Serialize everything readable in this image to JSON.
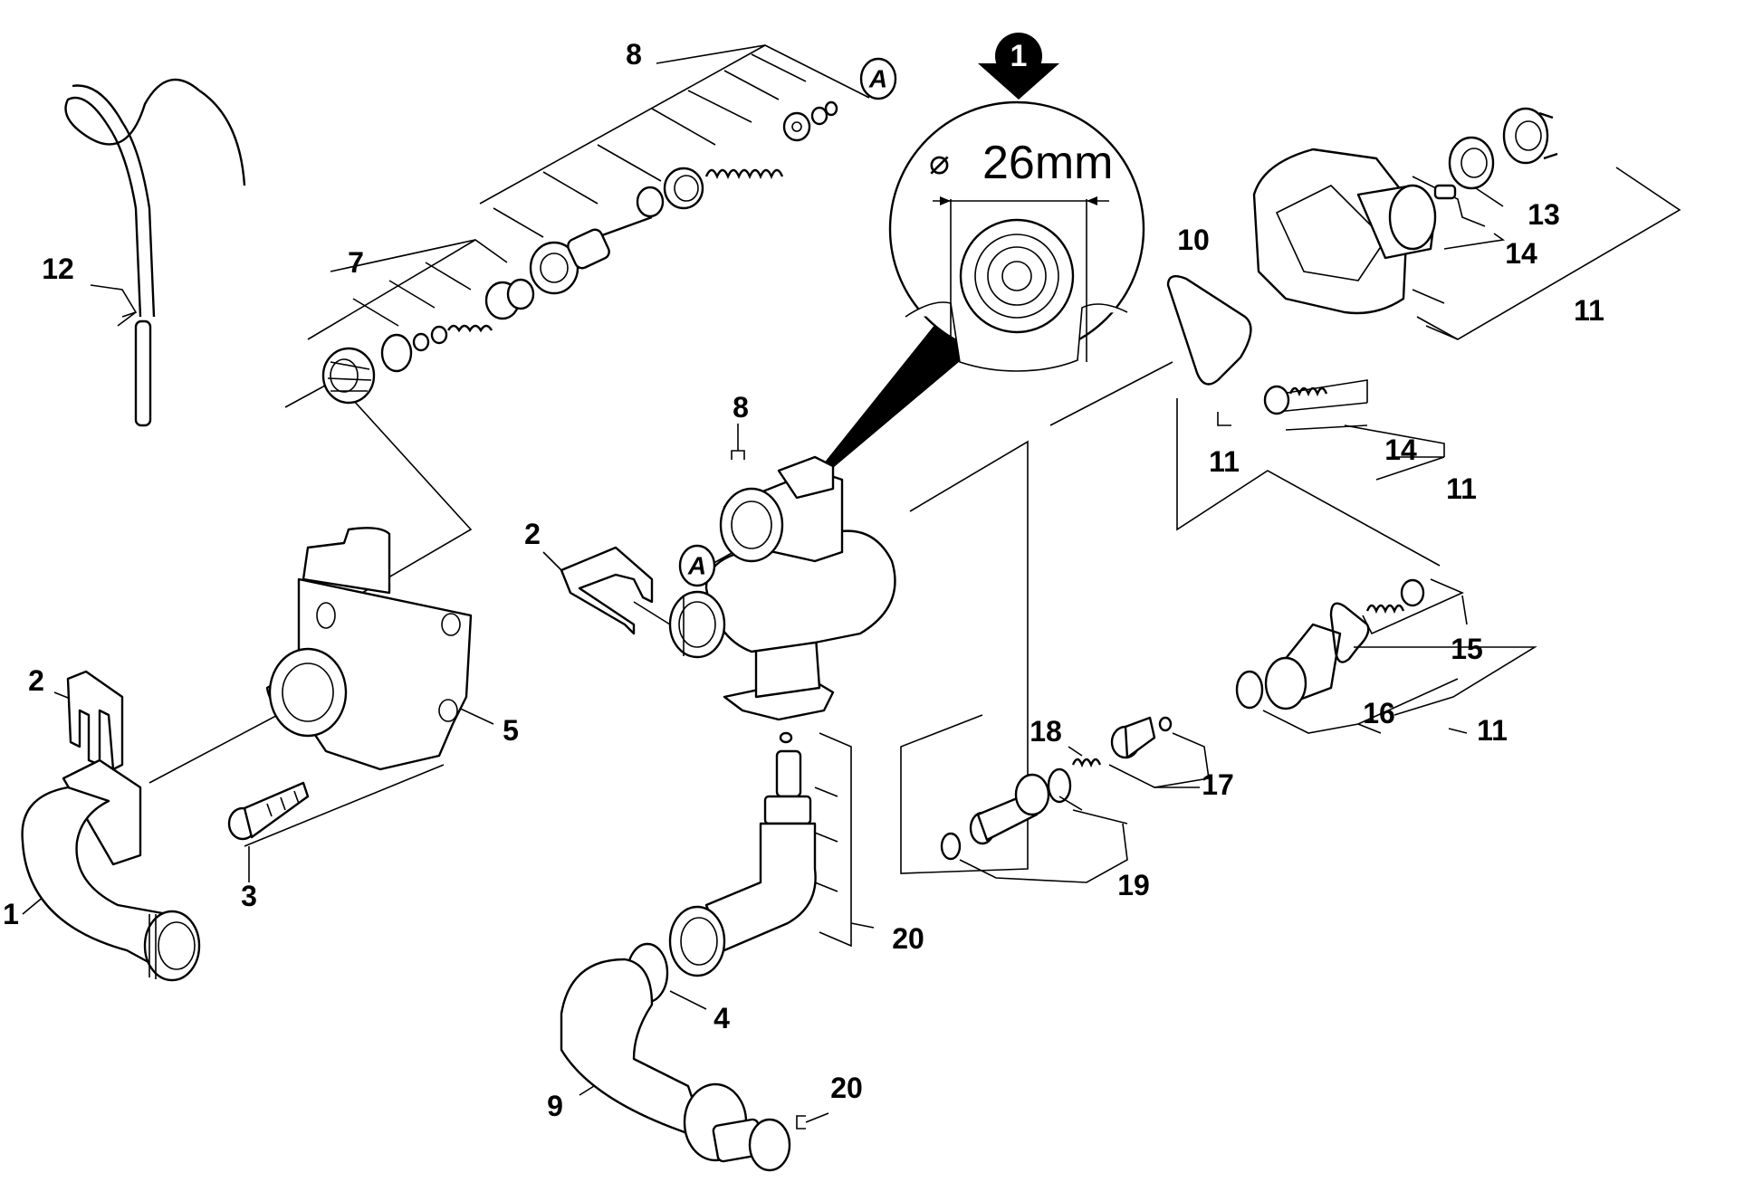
{
  "callouts": {
    "p1": "1",
    "p2a": "2",
    "p2b": "2",
    "p3": "3",
    "p4": "4",
    "p5": "5",
    "p7": "7",
    "p8a": "8",
    "p8b": "8",
    "p9": "9",
    "p10": "10",
    "p11a": "11",
    "p11b": "11",
    "p11c": "11",
    "p11d": "11",
    "p12": "12",
    "p13": "13",
    "p14a": "14",
    "p14b": "14",
    "p15": "15",
    "p16": "16",
    "p17": "17",
    "p18": "18",
    "p19": "19",
    "p20a": "20",
    "p20b": "20"
  },
  "markers": {
    "a1": "A",
    "a2": "A"
  },
  "detail": {
    "number": "1",
    "dimension": "26mm",
    "diameter_symbol": "⌀"
  }
}
